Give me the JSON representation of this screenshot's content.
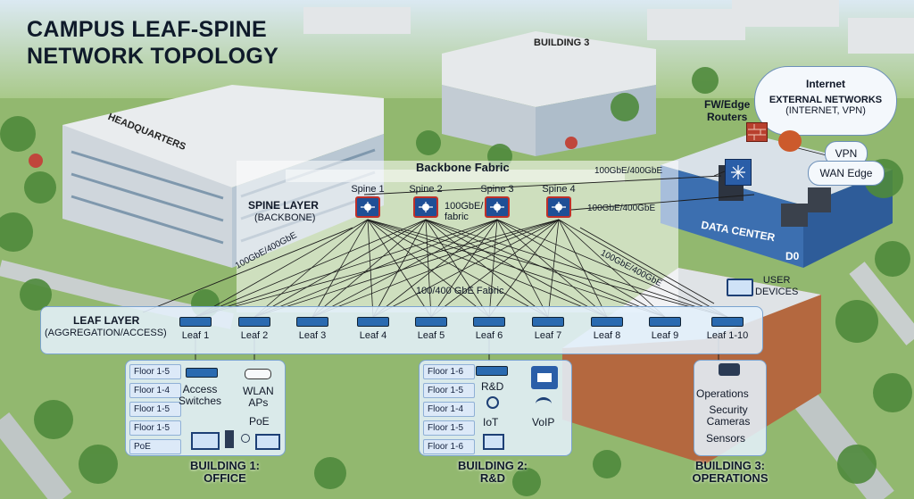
{
  "title": {
    "line1": "CAMPUS LEAF-SPINE",
    "line2": "NETWORK TOPOLOGY"
  },
  "buildings": {
    "headquarters": "HEADQUARTERS",
    "building3": "BUILDING 3",
    "data_center": "DATA CENTER",
    "dc_tag": "D0"
  },
  "backbone": {
    "label": "Backbone Fabric",
    "link_top": "100GbE/400GbE"
  },
  "spine": {
    "layer": "SPINE LAYER",
    "layer_sub": "(BACKBONE)",
    "nodes": [
      "Spine 1",
      "Spine 2",
      "Spine 3",
      "Spine 4"
    ],
    "fabric_note_1": "100GbE/",
    "fabric_note_2": "fabric",
    "link_right": "100GbE/400GbE"
  },
  "links": {
    "left_diag": "100GbE/400GbE",
    "right_diag": "100GbE/400GbE",
    "fabric": "100/400 GbE Fabric"
  },
  "external": {
    "internet": "Internet",
    "networks": "EXTERNAL NETWORKS",
    "networks_sub": "(INTERNET, VPN)",
    "fw_1": "FW/Edge",
    "fw_2": "Routers",
    "vpn": "VPN",
    "wan": "WAN Edge"
  },
  "user_devices": {
    "line1": "USER",
    "line2": "DEVICES"
  },
  "leaf": {
    "layer": "LEAF LAYER",
    "layer_sub": "(AGGREGATION/ACCESS)",
    "nodes": [
      "Leaf 1",
      "Leaf 2",
      "Leaf 3",
      "Leaf 4",
      "Leaf 5",
      "Leaf 6",
      "Leaf 7",
      "Leaf 8",
      "Leaf 9",
      "Leaf 1-10"
    ]
  },
  "b1": {
    "floors": [
      "Floor 1-5",
      "Floor 1-4",
      "Floor 1-5",
      "Floor 1-5",
      "PoE"
    ],
    "access_1": "Access",
    "access_2": "Switches",
    "wlan_1": "WLAN",
    "wlan_2": "APs",
    "poe": "PoE",
    "label_1": "BUILDING 1:",
    "label_2": "OFFICE"
  },
  "b2": {
    "floors": [
      "Floor 1-6",
      "Floor 1-5",
      "Floor 1-4",
      "Floor 1-5",
      "Floor 1-6"
    ],
    "rd": "R&D",
    "iot": "IoT",
    "voip": "VoIP",
    "label_1": "BUILDING 2:",
    "label_2": "R&D"
  },
  "b3": {
    "ops": "Operations",
    "sec_1": "Security",
    "sec_2": "Cameras",
    "sensors": "Sensors",
    "label_1": "BUILDING 3:",
    "label_2": "OPERATIONS"
  },
  "colors": {
    "accent_blue": "#1f4f96",
    "accent_red": "#c0302a",
    "panel": "#e4f0fc"
  }
}
